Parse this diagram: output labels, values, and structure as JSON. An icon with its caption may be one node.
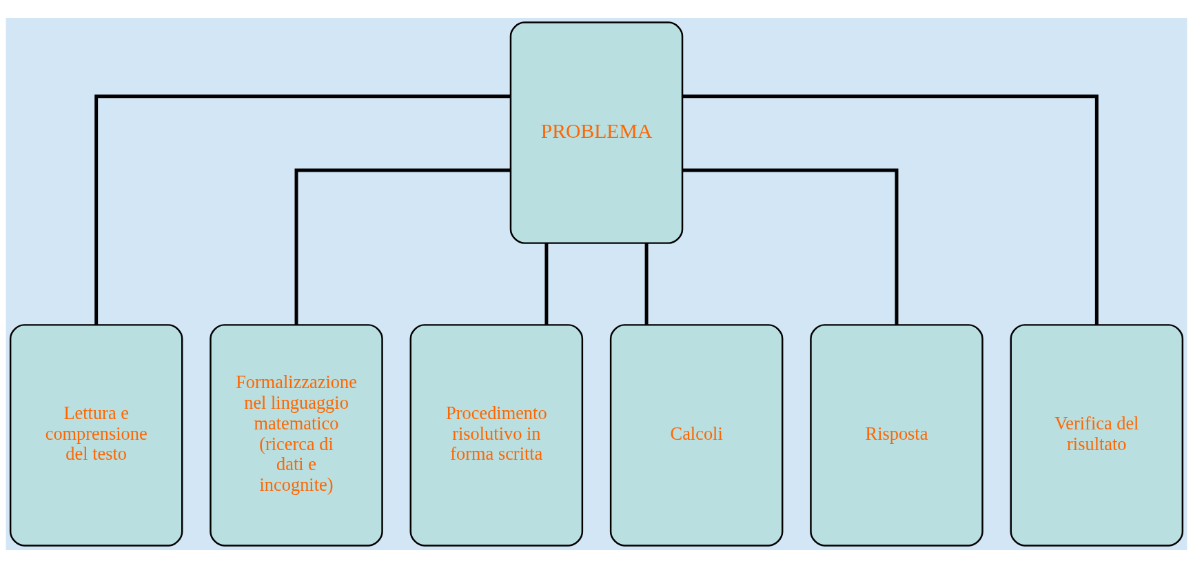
{
  "diagram": {
    "nodes": [
      {
        "text": [
          "PROBLEMA"
        ]
      },
      {
        "text": [
          "Lettura e comprensione del testo"
        ]
      },
      {
        "text": [
          "Formalizzazione nel linguaggio matematico (ricerca di dati e incognite)"
        ]
      },
      {
        "text": [
          "Procedimento risolutivo in forma scritta"
        ]
      },
      {
        "text": [
          "Calcoli"
        ]
      },
      {
        "text": [
          "Risposta"
        ]
      },
      {
        "text": [
          "Verifica del risultato"
        ]
      }
    ],
    "edges": [
      {
        "from": 0,
        "to": 1,
        "arrow": "none"
      },
      {
        "from": 0,
        "to": 2,
        "arrow": "none"
      },
      {
        "from": 0,
        "to": 3,
        "arrow": "none"
      },
      {
        "from": 0,
        "to": 4,
        "arrow": "none"
      },
      {
        "from": 0,
        "to": 5,
        "arrow": "none"
      },
      {
        "from": 0,
        "to": 6,
        "arrow": "none"
      }
    ]
  }
}
